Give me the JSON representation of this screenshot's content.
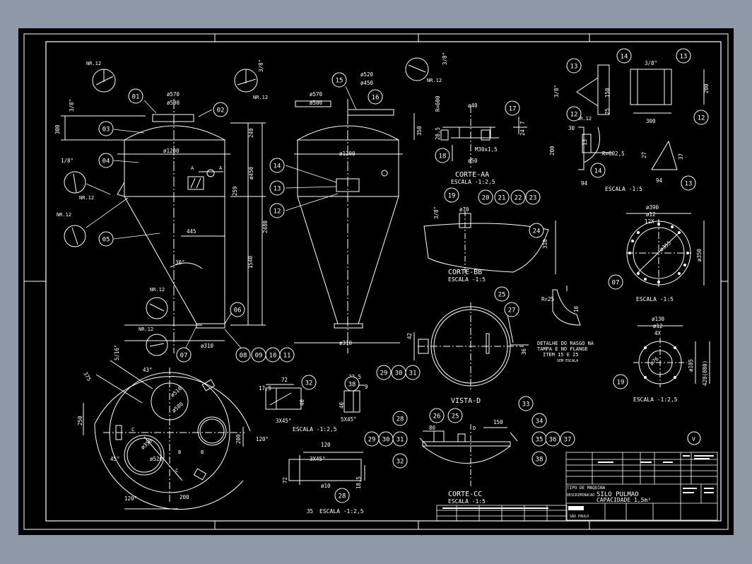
{
  "title_block": {
    "tipo_label": "TIPO DE MAQUINA",
    "desc_label": "DESCRIMINACAO",
    "desc_line1": "SILO PULMAO",
    "desc_line2": "CAPACIDADE 1,5m²",
    "company": "SÃO PAULO",
    "revision": "V"
  },
  "dims": {
    "d570": "ø570",
    "d500": "ø500",
    "d1200": "ø1200",
    "d310": "ø310",
    "d520": "ø520",
    "d450": "ø450",
    "h300": "300",
    "h240": "240",
    "h450": "ø450",
    "h259": "259",
    "h2480": "2480",
    "h1540": "1540",
    "a30": "30°",
    "w445": "445",
    "h350": "350",
    "r600": "R=600",
    "d40": "ø40",
    "d50": "ø50",
    "m30": "M30x1,5",
    "v28": "28,5",
    "v24": "24",
    "v7": "7",
    "v3_8": "3/8\"",
    "v150": "150",
    "v25": "25",
    "v200": "200",
    "v300": "300",
    "v30": "30",
    "v13": "13",
    "r602": "R=602,5",
    "v94": "94",
    "v37": "37",
    "v27": "27",
    "v70": "ø70",
    "v310": "310",
    "v390": "ø390",
    "v12": "ø12",
    "v12x": "12X",
    "v355": "ø355",
    "v350b": "ø350",
    "v130": "ø130",
    "v4x": "4X",
    "v105": "ø105",
    "v420": "420(080)",
    "v76": "ø76",
    "v72": "72",
    "v17": "17,5",
    "v40": "40",
    "v3x45": "3X45°",
    "v22": "22,5",
    "v9": "9",
    "v5x45": "5X45°",
    "v120": "120",
    "v10": "ø10",
    "v185": "18,5",
    "v35": "35",
    "v80": "80",
    "v150b": "150",
    "r25": "R=25",
    "v10b": "10",
    "v42": "42",
    "v375": "375",
    "v43": "43°",
    "v45": "45°",
    "v120b": "120°",
    "v200b": "200",
    "v510": "ø510",
    "v580": "ø580",
    "v520b": "ø520",
    "v350c": "ø350",
    "v250": "250",
    "v36": "36",
    "v5_16": "5/16\"",
    "v1_8": "1/8\""
  },
  "labels": {
    "corte_aa": "CORTE-AA",
    "esc_125a": "ESCALA -1:2,5",
    "corte_bb": "CORTE-BB",
    "esc_15a": "ESCALA -1:5",
    "esc_15b": "ESCALA -1:5",
    "esc_15c": "ESCALA -1:5",
    "esc_125b": "ESCALA -1:2,5",
    "esc_125c": "ESCALA -1:2,5",
    "esc_125d": "ESCALA -1:2,5",
    "vista_d": "VISTA-D",
    "corte_cc": "CORTE-CC",
    "esc_15d": "ESCALA -1:5",
    "detalhe1": "DETALHE DO RASGO NA",
    "detalhe2": "TAMPA E NO FLANGE",
    "detalhe3": "ITEM 15 E 25",
    "detalhe4": "SEM ESCALA",
    "nr12": "NR.12",
    "sec_a": "A",
    "sec_b": "B",
    "sec_c": "C",
    "sec_d": "D"
  },
  "balloons": [
    "01",
    "02",
    "03",
    "04",
    "05",
    "06",
    "07",
    "08",
    "09",
    "10",
    "11",
    "12",
    "13",
    "14",
    "15",
    "16",
    "17",
    "18",
    "19",
    "20",
    "21",
    "22",
    "23",
    "24",
    "25",
    "26",
    "27",
    "28",
    "29",
    "30",
    "31",
    "32",
    "33",
    "34",
    "35",
    "36",
    "37",
    "38"
  ]
}
